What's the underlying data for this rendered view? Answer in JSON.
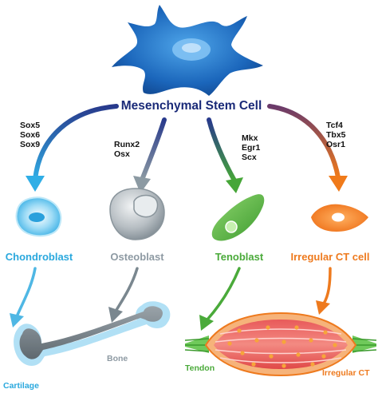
{
  "title": "Mesenchymal Stem Cell",
  "lineages": [
    {
      "cell": "Chondroblast",
      "markers": [
        "Sox5",
        "Sox6",
        "Sox9"
      ],
      "tissue": "Cartilage",
      "color": "#2aa8dd"
    },
    {
      "cell": "Osteoblast",
      "markers": [
        "Runx2",
        "Osx"
      ],
      "tissue": "Bone",
      "color": "#8e9aa3"
    },
    {
      "cell": "Tenoblast",
      "markers": [
        "Mkx",
        "Egr1",
        "Scx"
      ],
      "tissue": "Tendon",
      "color": "#4aaa3a"
    },
    {
      "cell": "Irregular CT cell",
      "markers": [
        "Tcf4",
        "Tbx5",
        "Osr1"
      ],
      "tissue": "Irregular CT",
      "color": "#ee7a1e"
    }
  ],
  "colors": {
    "stem_cell": "#1a64b8",
    "title": "#1a2a78",
    "muscle": "#e0474d",
    "tendon_green": "#4aaa3a",
    "cartilage_blue": "#4fb7e4"
  }
}
